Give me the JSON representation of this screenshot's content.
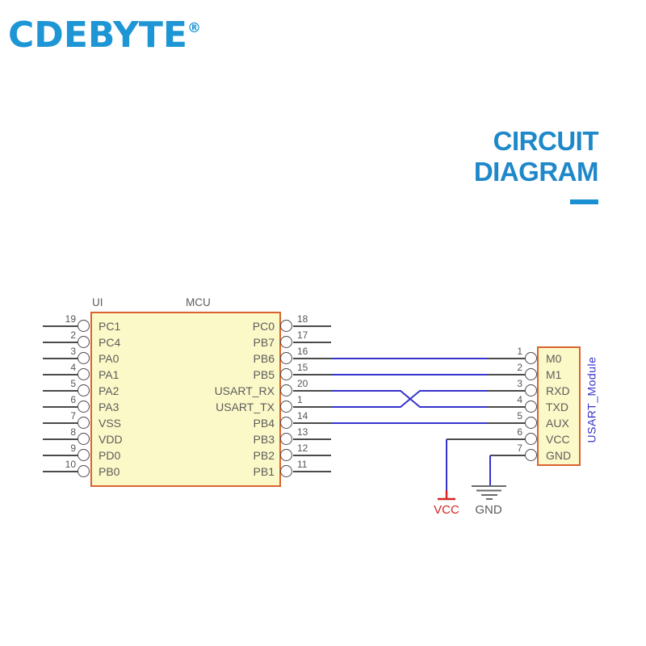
{
  "brand": {
    "logo_text": "CDEBYTE",
    "registered_mark": "®"
  },
  "heading": {
    "line1": "CIRCUIT",
    "line2": "DIAGRAM"
  },
  "mcu": {
    "ref_label": "UI",
    "name_label": "MCU",
    "left_pins": [
      {
        "num": "19",
        "label": "PC1"
      },
      {
        "num": "2",
        "label": "PC4"
      },
      {
        "num": "3",
        "label": "PA0"
      },
      {
        "num": "4",
        "label": "PA1"
      },
      {
        "num": "5",
        "label": "PA2"
      },
      {
        "num": "6",
        "label": "PA3"
      },
      {
        "num": "7",
        "label": "VSS"
      },
      {
        "num": "8",
        "label": "VDD"
      },
      {
        "num": "9",
        "label": "PD0"
      },
      {
        "num": "10",
        "label": "PB0"
      }
    ],
    "right_pins": [
      {
        "num": "18",
        "label": "PC0",
        "connected": false
      },
      {
        "num": "17",
        "label": "PB7",
        "connected": false
      },
      {
        "num": "16",
        "label": "PB6",
        "connected": true
      },
      {
        "num": "15",
        "label": "PB5",
        "connected": true
      },
      {
        "num": "20",
        "label": "USART_RX",
        "connected": true
      },
      {
        "num": "1",
        "label": "USART_TX",
        "connected": true
      },
      {
        "num": "14",
        "label": "PB4",
        "connected": true
      },
      {
        "num": "13",
        "label": "PB3",
        "connected": false
      },
      {
        "num": "12",
        "label": "PB2",
        "connected": false
      },
      {
        "num": "11",
        "label": "PB1",
        "connected": false
      }
    ]
  },
  "module": {
    "name_label": "USART_Module",
    "pins": [
      {
        "num": "1",
        "label": "M0"
      },
      {
        "num": "2",
        "label": "M1"
      },
      {
        "num": "3",
        "label": "RXD"
      },
      {
        "num": "4",
        "label": "TXD"
      },
      {
        "num": "5",
        "label": "AUX"
      },
      {
        "num": "6",
        "label": "VCC"
      },
      {
        "num": "7",
        "label": "GND"
      }
    ]
  },
  "connections": [
    {
      "from": "MCU PB6 (16)",
      "to": "Module M0 (1)"
    },
    {
      "from": "MCU PB5 (15)",
      "to": "Module M1 (2)"
    },
    {
      "from": "MCU USART_RX (20)",
      "to": "Module TXD (4)",
      "note": "crossover"
    },
    {
      "from": "MCU USART_TX (1)",
      "to": "Module RXD (3)",
      "note": "crossover"
    },
    {
      "from": "MCU PB4 (14)",
      "to": "Module AUX (5)"
    },
    {
      "from": "Module VCC (6)",
      "to": "VCC power rail"
    },
    {
      "from": "Module GND (7)",
      "to": "earth ground"
    }
  ],
  "power": {
    "vcc_label": "VCC",
    "gnd_label": "GND"
  },
  "colors": {
    "brand_blue": "#1e95d4",
    "heading_blue": "#1e88c9",
    "underline_blue": "#1a8fd1",
    "box_fill": "#fcf9c8",
    "box_border": "#d9632e",
    "wire_blue": "#3533cc",
    "stub_gray": "#4a4a4a",
    "pin_text": "#5c5c5c",
    "vcc_red": "#d42525"
  }
}
